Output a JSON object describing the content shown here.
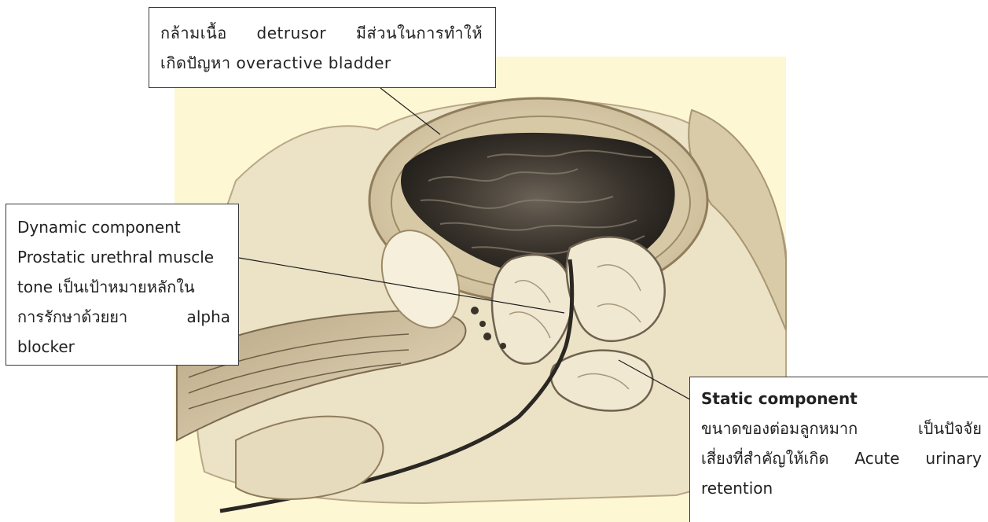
{
  "callouts": {
    "detrusor": {
      "lines": [
        "กล้ามเนื้อ detrusor มีส่วนในการทำให้",
        "เกิดปัญหา overactive bladder"
      ]
    },
    "dynamic": {
      "lines": [
        "Dynamic component",
        "Prostatic urethral muscle",
        "tone เป็นเป้าหมายหลักใน",
        "การรักษาด้วยยา alpha",
        "blocker"
      ]
    },
    "static": {
      "title": "Static component",
      "lines": [
        "ขนาดของต่อมลูกหมาก เป็นปัจจัย",
        "เสี่ยงที่สำคัญให้เกิด Acute urinary",
        "retention"
      ]
    }
  },
  "colors": {
    "background_panel": "#fdf7d3",
    "tissue_light": "#efe6cf",
    "tissue_mid": "#cdbd9b",
    "tissue_dark": "#2b2722",
    "leader_line": "#1e1e1e",
    "box_border": "#3a3a3a"
  }
}
